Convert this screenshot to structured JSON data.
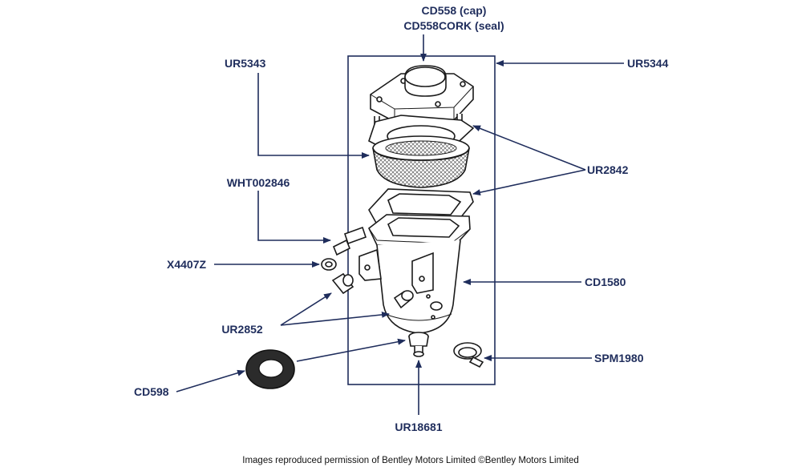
{
  "parts": {
    "cap": "CD558 (cap)",
    "cap_seal": "CD558CORK (seal)",
    "assembly": "UR5344",
    "filter_element": "UR5343",
    "gasket": "UR2842",
    "bolt": "WHT002846",
    "washer": "X4407Z",
    "bush": "UR2852",
    "body": "CD1580",
    "clip": "SPM1980",
    "sealing_ring": "CD598",
    "drain_plug": "UR18681"
  },
  "credit": "Images reproduced permission of Bentley Motors Limited ©Bentley Motors Limited",
  "colors": {
    "label": "#1f2d5c",
    "line": "#1f2d5c",
    "drawing": "#1a1a1a"
  }
}
